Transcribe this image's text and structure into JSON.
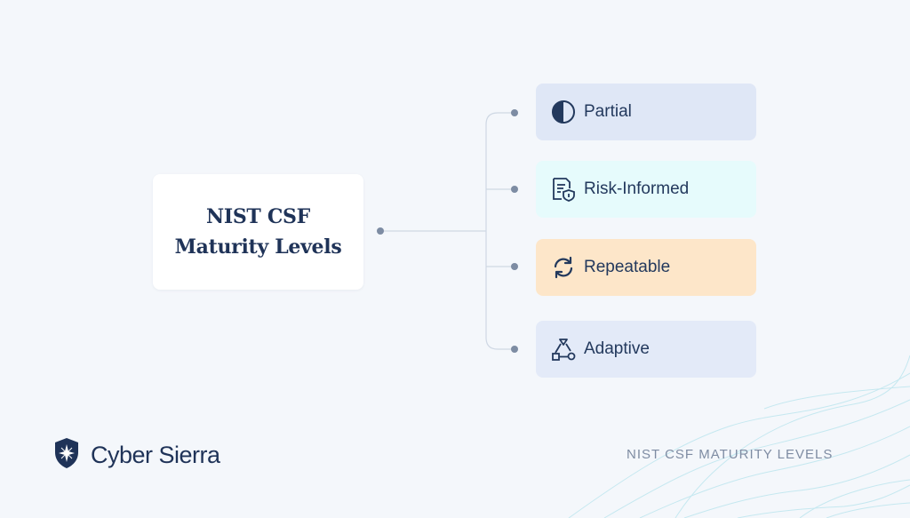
{
  "diagram": {
    "center": {
      "line1": "NIST CSF",
      "line2": "Maturity Levels"
    },
    "levels": [
      {
        "label": "Partial",
        "icon": "half-circle-icon",
        "color": "#dfe7f6"
      },
      {
        "label": "Risk-Informed",
        "icon": "document-shield-icon",
        "color": "#e6fbfc"
      },
      {
        "label": "Repeatable",
        "icon": "cycle-arrows-icon",
        "color": "#fde6c9"
      },
      {
        "label": "Adaptive",
        "icon": "adaptive-network-icon",
        "color": "#e3eaf8"
      }
    ]
  },
  "brand": {
    "name": "Cyber Sierra",
    "logo_icon": "shield-star-icon",
    "primary_color": "#1f3358"
  },
  "footer": {
    "caption": "NIST CSF MATURITY LEVELS"
  },
  "accent_topo_color": "#bfe6ef"
}
